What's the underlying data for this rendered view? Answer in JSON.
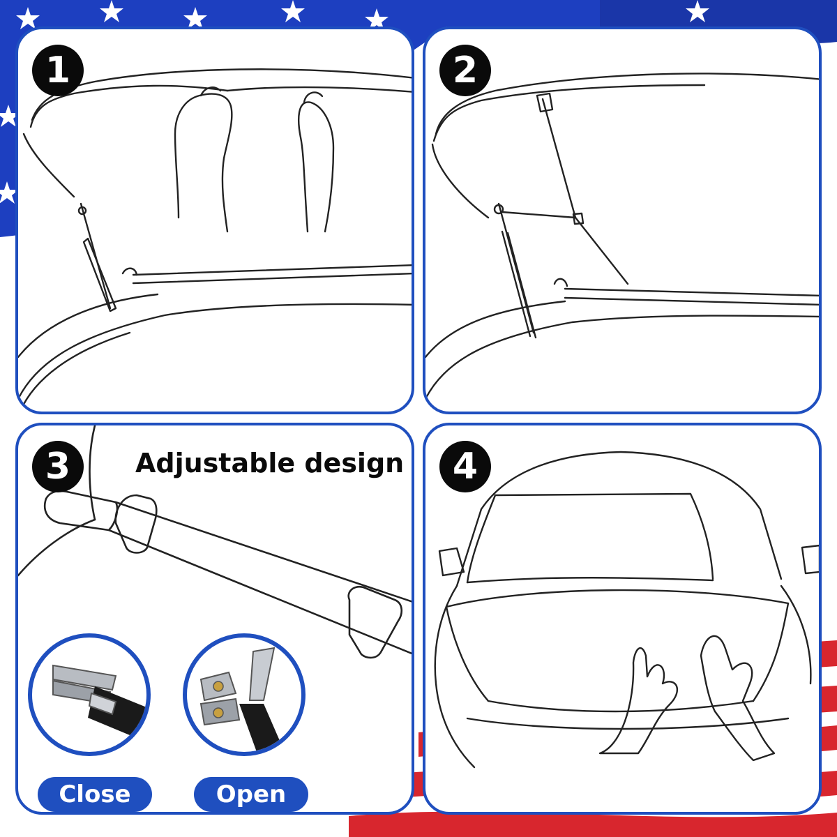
{
  "steps": [
    {
      "number": "1"
    },
    {
      "number": "2"
    },
    {
      "number": "3",
      "title": "Adjustable design"
    },
    {
      "number": "4"
    }
  ],
  "clip_states": {
    "close_label": "Close",
    "open_label": "Open"
  },
  "colors": {
    "accent": "#1f4fbf",
    "flag_red": "#d8262e",
    "flag_blue": "#1d3fc0",
    "badge": "#0a0a0a"
  }
}
